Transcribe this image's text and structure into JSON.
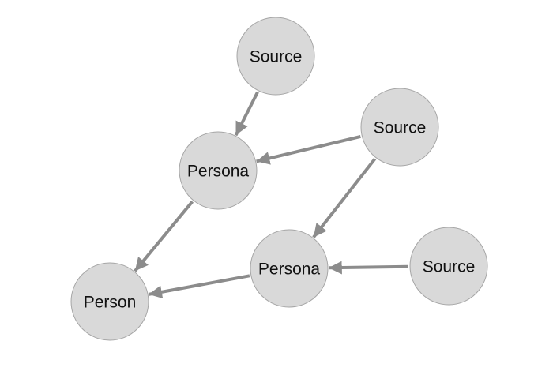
{
  "diagram": {
    "nodes": [
      {
        "id": "source-top",
        "label": "Source",
        "kind": "source"
      },
      {
        "id": "source-middle",
        "label": "Source",
        "kind": "source"
      },
      {
        "id": "source-bottom",
        "label": "Source",
        "kind": "source"
      },
      {
        "id": "persona-upper",
        "label": "Persona",
        "kind": "persona"
      },
      {
        "id": "persona-lower",
        "label": "Persona",
        "kind": "persona"
      },
      {
        "id": "person",
        "label": "Person",
        "kind": "person"
      }
    ],
    "edges": [
      {
        "from": "source-top",
        "to": "persona-upper"
      },
      {
        "from": "source-middle",
        "to": "persona-upper"
      },
      {
        "from": "source-middle",
        "to": "persona-lower"
      },
      {
        "from": "source-bottom",
        "to": "persona-lower"
      },
      {
        "from": "persona-upper",
        "to": "person"
      },
      {
        "from": "persona-lower",
        "to": "person"
      }
    ],
    "colors": {
      "node_fill": "#d9d9d9",
      "node_stroke": "#a6a6a6",
      "edge": "#8c8c8c",
      "label": "#111111"
    }
  }
}
